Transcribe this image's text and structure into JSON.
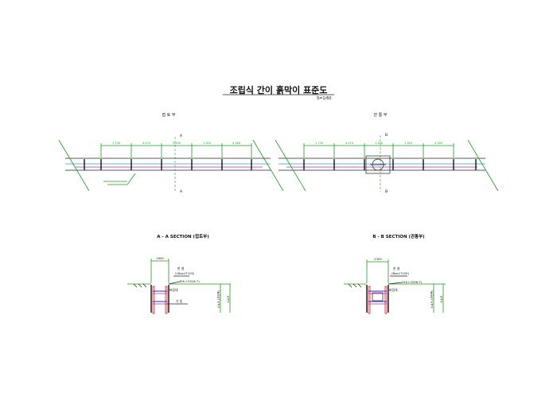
{
  "title": "조립식 간이 흙막이 표준도",
  "scale": "S=1/60",
  "plan_left": {
    "label": "접 토 부",
    "dims": [
      "1,730",
      "4,470",
      "3,430",
      "1,320",
      "4,160"
    ],
    "section_top": "A",
    "section_bottom": "A"
  },
  "plan_right": {
    "label": "관 통 부",
    "dims": [
      "1,730",
      "4,470",
      "1,500",
      "1,320",
      "4,160"
    ],
    "section_top": "B",
    "section_bottom": "B"
  },
  "section_a": {
    "title": "A - A  SECTION (접토부)",
    "top_dim": "1900",
    "note_1": "판  넬",
    "note_2": "(1Box1T105)",
    "note_3": "EH(+3316.7)",
    "note_4": "버팀대",
    "note_5": "기 둥",
    "side_1": "V.A.R (가변폭)",
    "side_2": "V.A.R"
  },
  "section_b": {
    "title": "B - B SECTION (관통부)",
    "top_dim": "2300",
    "note_1": "판  넬",
    "note_2": "(Box1T105)",
    "note_3": "GH(+2296.7)",
    "note_4": "버팀대",
    "side_1": "V.A.R (가변폭)",
    "side_2": "V.A.R"
  },
  "colors": {
    "green": "#1a9c1a",
    "cyan": "#1aa6c8",
    "magenta": "#c020c0",
    "blue": "#2030c0",
    "red": "#d02020"
  }
}
